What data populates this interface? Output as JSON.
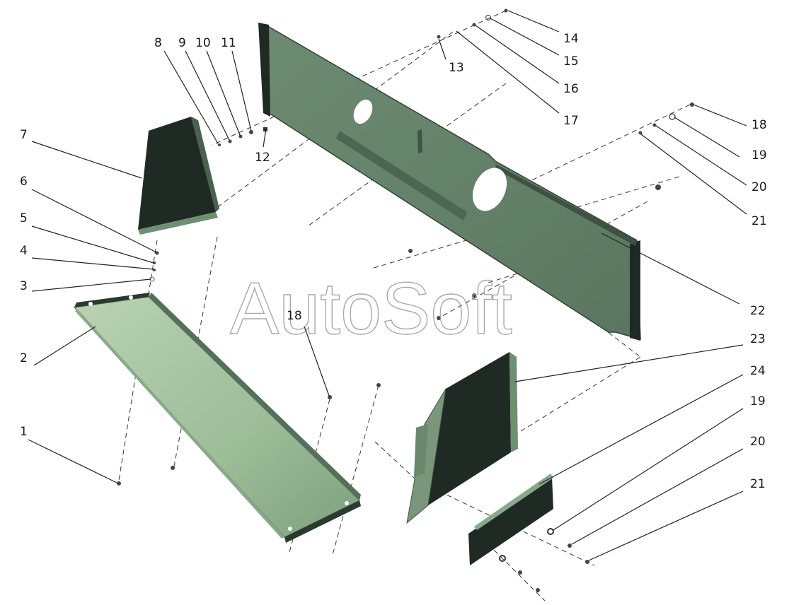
{
  "watermark": "AutoSoft",
  "colors": {
    "panel_light": "#a8c5a3",
    "panel_mid": "#6f8f72",
    "panel_dark": "#1f2a24",
    "edge": "#344236"
  },
  "callouts": {
    "c1": "1",
    "c2": "2",
    "c3": "3",
    "c4": "4",
    "c5": "5",
    "c6": "6",
    "c7": "7",
    "c8": "8",
    "c9": "9",
    "c10": "10",
    "c11": "11",
    "c12": "12",
    "c13": "13",
    "c14": "14",
    "c15": "15",
    "c16": "16",
    "c17": "17",
    "c18_top": "18",
    "c19_top": "19",
    "c20_top": "20",
    "c21_top": "21",
    "c22": "22",
    "c23": "23",
    "c24": "24",
    "c18_mid": "18",
    "c19_bot": "19",
    "c20_bot": "20",
    "c21_bot": "21"
  }
}
